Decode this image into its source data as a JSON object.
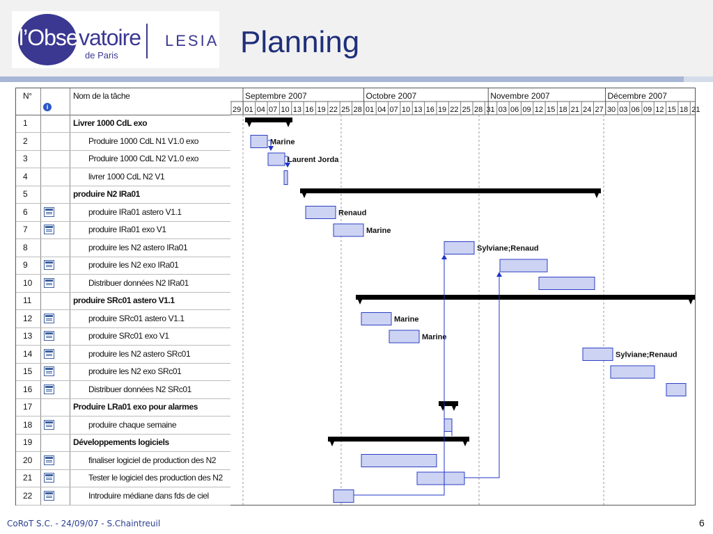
{
  "header": {
    "logo": {
      "word": "l'Observatoire",
      "sub": "de Paris",
      "partner": "LESIA"
    },
    "title": "Planning"
  },
  "gantt": {
    "columns": {
      "num": "N°",
      "task": "Nom de la tâche"
    },
    "months": [
      "Septembre 2007",
      "Octobre 2007",
      "Novembre 2007",
      "Décembre 2007"
    ],
    "days": [
      "29",
      "01",
      "04",
      "07",
      "10",
      "13",
      "16",
      "19",
      "22",
      "25",
      "28",
      "01",
      "04",
      "07",
      "10",
      "13",
      "16",
      "19",
      "22",
      "25",
      "28",
      "31",
      "03",
      "06",
      "09",
      "12",
      "15",
      "18",
      "21",
      "24",
      "27",
      "30",
      "03",
      "06",
      "09",
      "12",
      "15",
      "18",
      "21"
    ],
    "tasks": [
      {
        "id": "1",
        "name": "Livrer 1000 CdL exo",
        "summary": true
      },
      {
        "id": "2",
        "name": "Produire 1000 CdL N1 V1.0 exo",
        "resource": "Marine"
      },
      {
        "id": "3",
        "name": "Produire 1000 CdL N2 V1.0 exo",
        "resource": "Laurent Jorda"
      },
      {
        "id": "4",
        "name": "livrer 1000 CdL N2 V1"
      },
      {
        "id": "5",
        "name": "produire N2 IRa01",
        "summary": true
      },
      {
        "id": "6",
        "name": "produire IRa01 astero V1.1",
        "resource": "Renaud",
        "icon": true
      },
      {
        "id": "7",
        "name": "produire  IRa01 exo V1",
        "resource": "Marine",
        "icon": true
      },
      {
        "id": "8",
        "name": "produire les N2 astero IRa01",
        "resource": "Sylviane;Renaud"
      },
      {
        "id": "9",
        "name": "produire les N2 exo IRa01",
        "icon": true
      },
      {
        "id": "10",
        "name": "Distribuer données N2 IRa01",
        "icon": true
      },
      {
        "id": "11",
        "name": "produire SRc01 astero V1.1",
        "summary": true
      },
      {
        "id": "12",
        "name": "produire SRc01 astero V1.1",
        "resource": "Marine",
        "icon": true
      },
      {
        "id": "13",
        "name": "produire  SRc01 exo V1",
        "resource": "Marine",
        "icon": true
      },
      {
        "id": "14",
        "name": "produire les N2 astero SRc01",
        "resource": "Sylviane;Renaud",
        "icon": true
      },
      {
        "id": "15",
        "name": "produire les N2 exo SRc01",
        "icon": true
      },
      {
        "id": "16",
        "name": "Distribuer données N2 SRc01",
        "icon": true
      },
      {
        "id": "17",
        "name": "Produire LRa01 exo pour alarmes",
        "summary": true
      },
      {
        "id": "18",
        "name": "produire chaque semaine",
        "icon": true
      },
      {
        "id": "19",
        "name": "Développements logiciels",
        "summary": true
      },
      {
        "id": "20",
        "name": "finaliser logiciel de production des N2",
        "icon": true
      },
      {
        "id": "21",
        "name": "Tester le logiciel des production des N2",
        "icon": true
      },
      {
        "id": "22",
        "name": "Introduire médiane dans fds de ciel",
        "icon": true
      }
    ]
  },
  "colors": {
    "summary": "#000000",
    "task_fill": "#cdd3f2",
    "task_border": "#2b3fc4",
    "link": "#1f33c8"
  },
  "footer": {
    "text": "CoRoT S.C. - 24/09/07 - S.Chaintreuil",
    "page": "6"
  }
}
